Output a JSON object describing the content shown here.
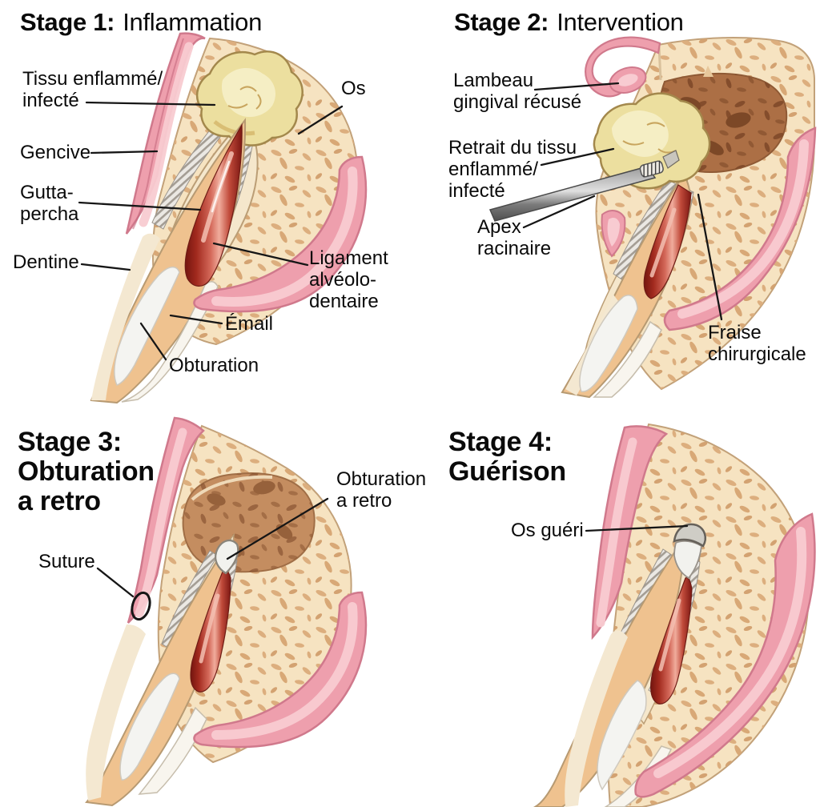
{
  "page": {
    "background": "#ffffff"
  },
  "stages": [
    {
      "name": "stage-1",
      "title_prefix": "Stage 1:",
      "title_suffix": "Inflammation",
      "labels": {
        "tissu": "Tissu enflammé/\ninfecté",
        "os": "Os",
        "gencive": "Gencive",
        "gutta": "Gutta-\npercha",
        "dentine": "Dentine",
        "ligament": "Ligament\nalvéolo-\ndentaire",
        "email": "Émail",
        "obturation": "Obturation"
      }
    },
    {
      "name": "stage-2",
      "title_prefix": "Stage 2:",
      "title_suffix": "Intervention",
      "labels": {
        "lambeau": "Lambeau\ngingival récusé",
        "retrait": "Retrait du tissu\nenflammé/\ninfecté",
        "apex": "Apex\nracinaire",
        "fraise": "Fraise\nchirurgicale"
      }
    },
    {
      "name": "stage-3",
      "title_prefix": "Stage 3:",
      "title_suffix": "Obturation\na retro",
      "labels": {
        "suture": "Suture",
        "obturation_retro": "Obturation\na retro"
      }
    },
    {
      "name": "stage-4",
      "title_prefix": "Stage 4:",
      "title_suffix": "Guérison",
      "labels": {
        "os_gueri": "Os guéri"
      }
    }
  ],
  "colors": {
    "text": "#0a0a0a",
    "leader_line": "#161616",
    "gum_main": "#ee9fad",
    "gum_light": "#f8cbd1",
    "gum_edge": "#d0798c",
    "bone_base": "#f6e3c1",
    "bone_spot": "#dcae7e",
    "cavity_dark": "#ac6f45",
    "cavity_light": "#c48d60",
    "infected_tissue": "#ecdf9f",
    "dentine": "#efc28f",
    "enamel": "#f8f5ee",
    "filling_white": "#f4f4f1",
    "gutta_percha": "#a22a1e",
    "ligament_hatch": "#a49d94",
    "instrument_gray": "#4f4f4f",
    "retro_cap_silver": "#cfcdc6"
  }
}
